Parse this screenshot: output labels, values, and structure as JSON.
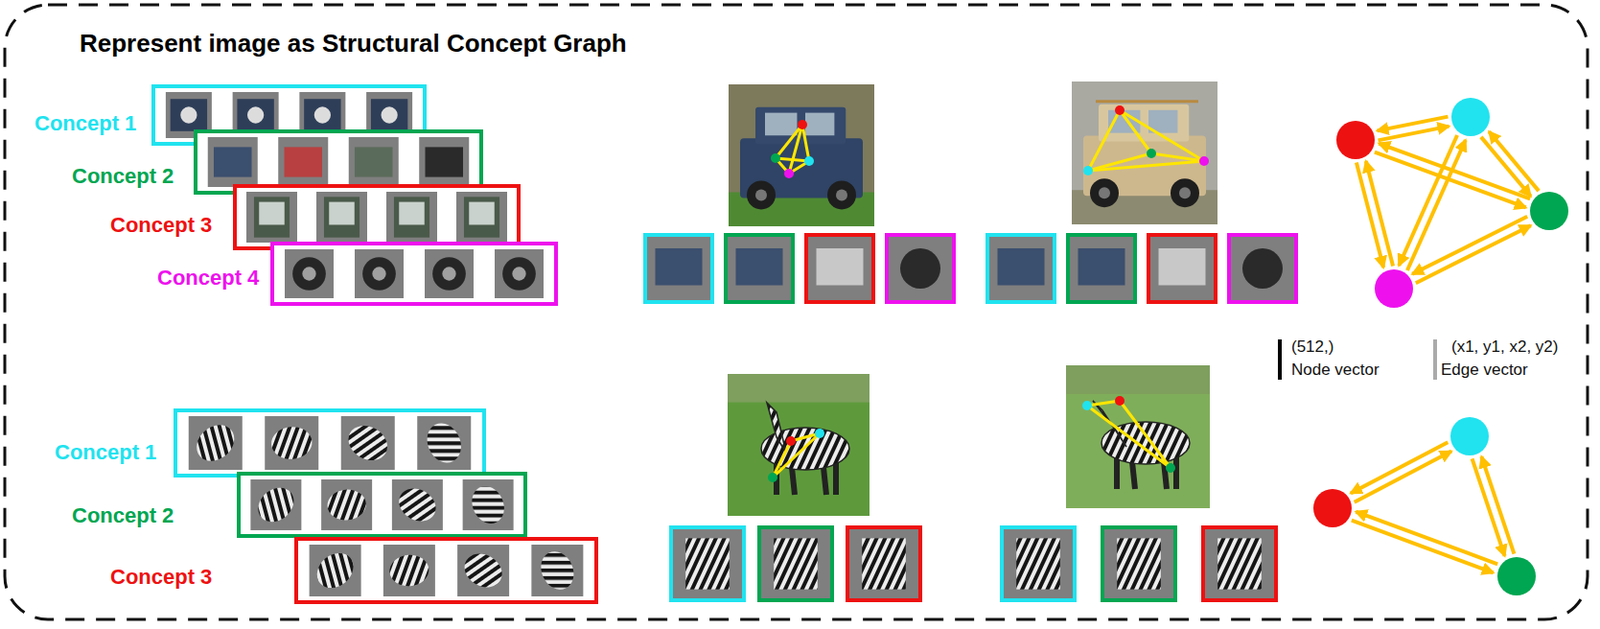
{
  "diagram": {
    "title": "Represent image as Structural Concept Graph",
    "nodes": [
      {
        "text": [
          "Concept 1"
        ]
      },
      {
        "text": [
          "Concept 2"
        ]
      },
      {
        "text": [
          "Concept 3"
        ]
      },
      {
        "text": [
          "Concept 4"
        ]
      },
      {
        "text": [
          "Concept 1"
        ]
      },
      {
        "text": [
          "Concept 2"
        ]
      },
      {
        "text": [
          "Concept 3"
        ]
      }
    ],
    "labels": [
      "(512,)",
      "(x1, y1, x2, y2)"
    ],
    "legend": [
      {
        "text": "Node vector",
        "color": "#000000"
      },
      {
        "text": "Edge vector",
        "color": "#aaaaaa"
      }
    ]
  }
}
